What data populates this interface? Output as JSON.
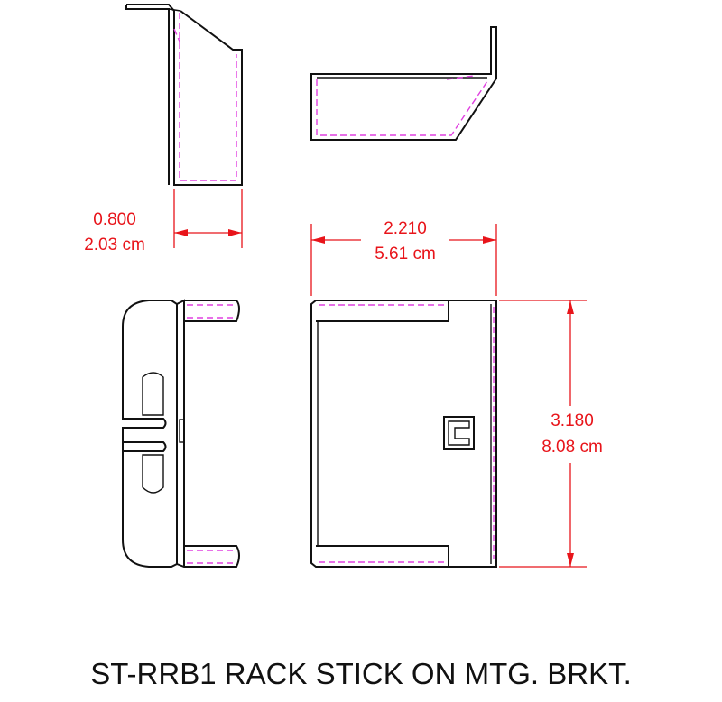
{
  "dimensions": {
    "depth": {
      "inches": "0.800",
      "cm": "2.03 cm"
    },
    "width": {
      "inches": "2.210",
      "cm": "5.61 cm"
    },
    "height": {
      "inches": "3.180",
      "cm": "8.08 cm"
    }
  },
  "caption": "ST-RRB1 RACK STICK ON MTG. BRKT.",
  "colors": {
    "outline": "#111111",
    "hidden_line": "#e040e0",
    "dimension": "#e8141a"
  }
}
